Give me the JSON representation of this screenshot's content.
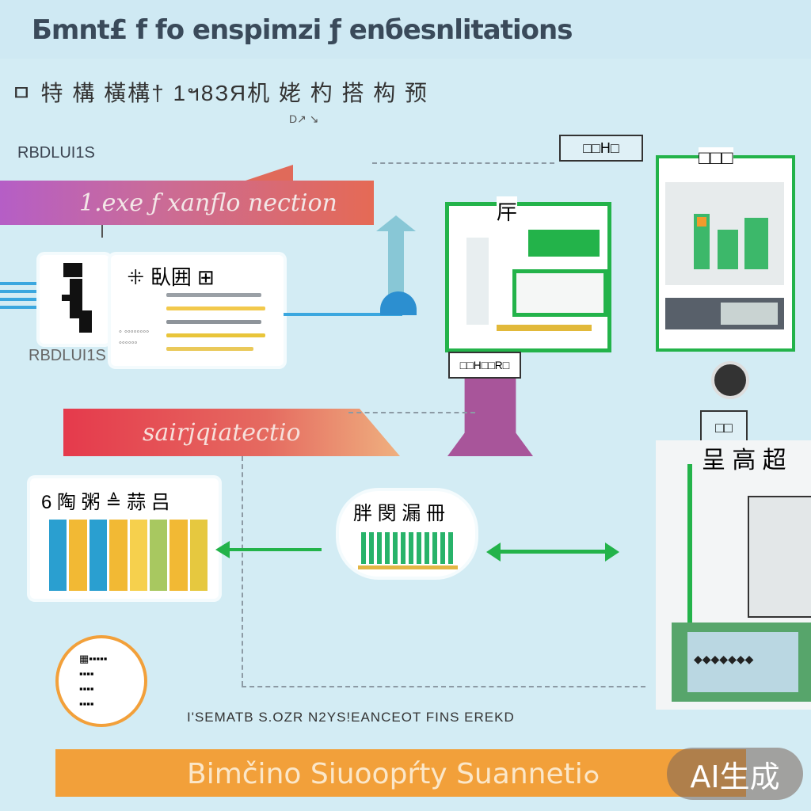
{
  "header": {
    "title": "Бmnt£ f fo enspimzi ƒ enбesnlitations",
    "subtitle": "ㅁ 特 構 橫構† 1ฯ8ЗЯ机 姥 杓 搭  构  预",
    "tag": "D↗ ↘"
  },
  "left_section": {
    "label": "RBDLUI1S",
    "ribbon_top": "1.exe ƒ xanƒlo  nection",
    "ribbon_bottom": "sairjqiatectio",
    "card1_heading": "ꔰ 臥囲 ⊞",
    "card1_lines": [
      "◦ ◦◦◦◦◦◦◦◦",
      "◦◦◦◦◦◦"
    ],
    "card1_side": "RBDLUI1S",
    "card2_heading": "6 陶 粥 ≜ 蒜 吕",
    "card3_lines": [
      "▦▪▪▪▪▪",
      "▪▪▪▪",
      "▪▪▪▪",
      "▪▪▪▪"
    ]
  },
  "center": {
    "top_box_label": "厈",
    "mid_label": "胖 閔 漏 冊",
    "base_label": "□□H□□R□"
  },
  "right": {
    "top_tag": "□□H□",
    "top_monitor_title": "□□□",
    "bottom_tag": "□□",
    "bottom_title": "呈 高 超",
    "screen_dots": "◆◆◆◆◆◆◆"
  },
  "footer": {
    "note": "I'SEMATB S.OZR N2YS!EANCEOT FINS EREKD",
    "banner": "Bimčino Siuoopŕty Suanneti๐",
    "badge": "AI生成"
  },
  "colors": {
    "background": "#d3ecf4",
    "accent_green": "#23b34a",
    "ribbon_purple": "#b55ec6",
    "ribbon_red": "#e53a4c",
    "footer_orange": "#f2a03a"
  }
}
